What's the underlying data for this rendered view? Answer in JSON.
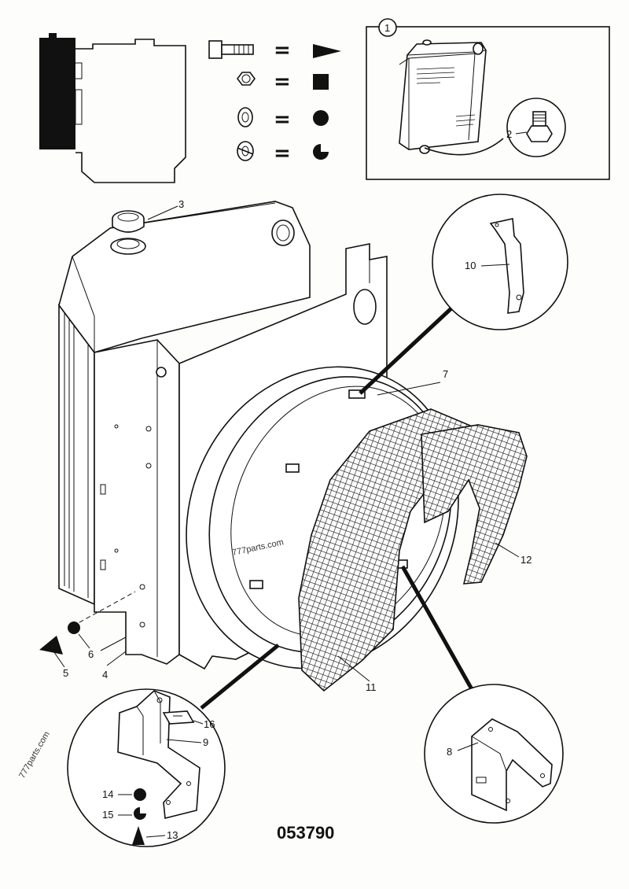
{
  "diagram": {
    "drawing_number": "053790",
    "watermarks": [
      "777parts.com",
      "777parts.com"
    ],
    "legend": {
      "items": [
        {
          "part": "bolt",
          "symbol": "triangle"
        },
        {
          "part": "nut",
          "symbol": "square"
        },
        {
          "part": "flat-washer",
          "symbol": "circle"
        },
        {
          "part": "spring-washer",
          "symbol": "notched-circle"
        }
      ],
      "equals": "="
    },
    "callouts": {
      "c1": "1",
      "c2": "2",
      "c3": "3",
      "c4": "4",
      "c5": "5",
      "c6": "6",
      "c7": "7",
      "c8": "8",
      "c9": "9",
      "c10": "10",
      "c11": "11",
      "c12": "12",
      "c13": "13",
      "c14": "14",
      "c15": "15",
      "c16": "16"
    }
  }
}
